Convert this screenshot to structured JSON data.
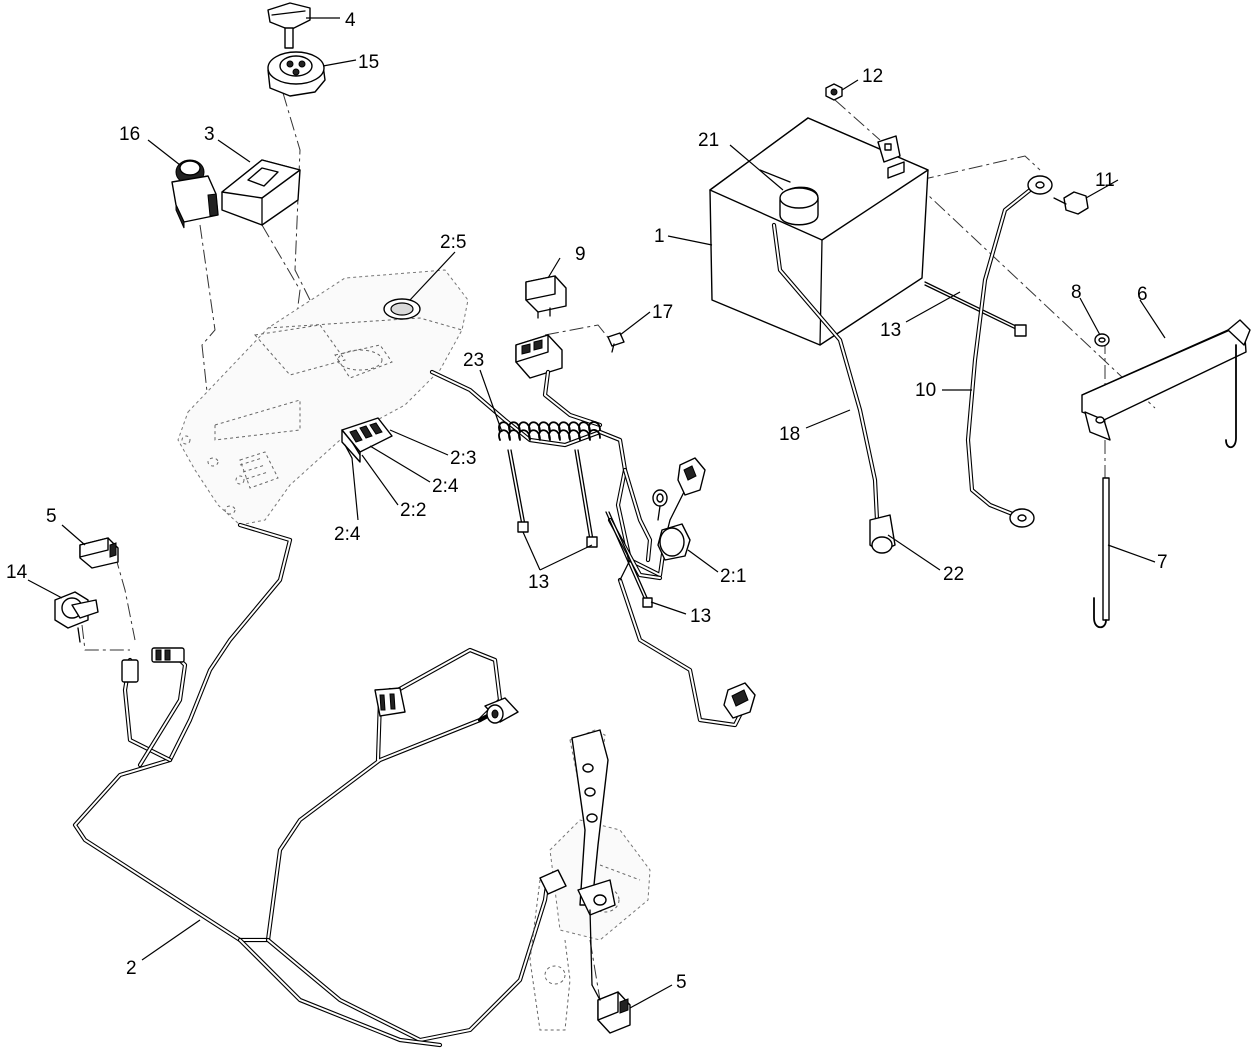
{
  "callouts": {
    "c1": "1",
    "c2": "2",
    "c2_1": "2:1",
    "c2_2": "2:2",
    "c2_3": "2:3",
    "c2_4a": "2:4",
    "c2_4b": "2:4",
    "c2_5": "2:5",
    "c3": "3",
    "c4": "4",
    "c5a": "5",
    "c5b": "5",
    "c6": "6",
    "c7": "7",
    "c8": "8",
    "c9": "9",
    "c10": "10",
    "c11": "11",
    "c12": "12",
    "c13a": "13",
    "c13b": "13",
    "c13c": "13",
    "c14": "14",
    "c15": "15",
    "c16": "16",
    "c17": "17",
    "c18": "18",
    "c21": "21",
    "c22": "22",
    "c23": "23"
  }
}
